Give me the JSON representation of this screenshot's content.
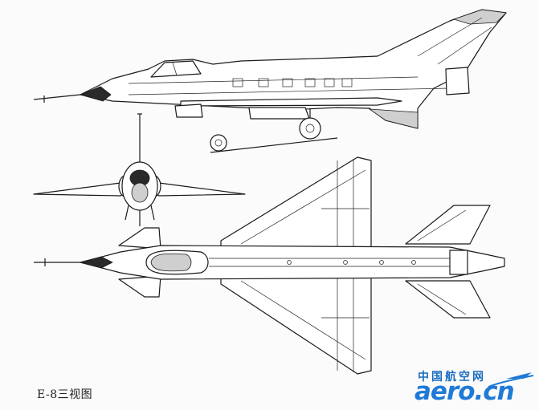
{
  "caption": "E-8三视图",
  "watermark": {
    "text_cn": "中国航空网",
    "text_en": "aero.cn",
    "color": "#1f7ad6"
  }
}
